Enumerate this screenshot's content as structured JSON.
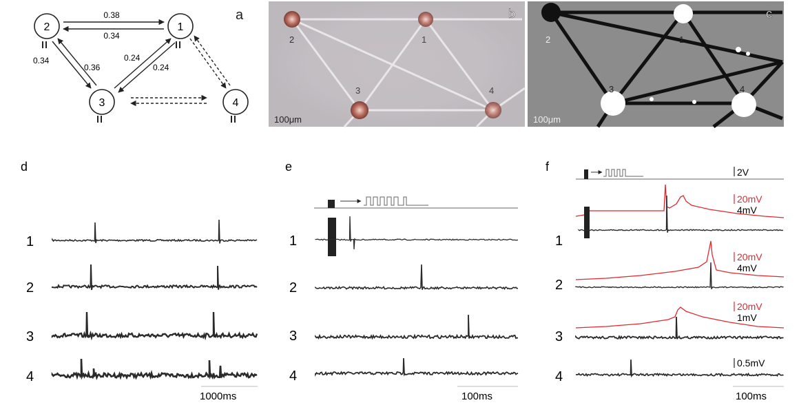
{
  "panel_a": {
    "label": "a",
    "nodes": [
      "2",
      "1",
      "3",
      "4"
    ],
    "weights": {
      "w_2_to_1": "0.38",
      "w_1_to_2": "0.34",
      "w_2_3_left": "0.34",
      "w_2_3_right": "0.36",
      "w_3_1_left": "0.24",
      "w_3_1_right": "0.24"
    }
  },
  "panel_b": {
    "label": "b",
    "scale": "100μm",
    "node_labels": [
      "2",
      "1",
      "3",
      "4"
    ]
  },
  "panel_c": {
    "label": "c",
    "scale": "100μm",
    "node_labels": [
      "2",
      "1",
      "3",
      "4"
    ]
  },
  "panel_d": {
    "label": "d",
    "row_labels": [
      "1",
      "2",
      "3",
      "4"
    ],
    "timescale": "1000ms"
  },
  "panel_e": {
    "label": "e",
    "row_labels": [
      "1",
      "2",
      "3",
      "4"
    ],
    "timescale": "100ms"
  },
  "panel_f": {
    "label": "f",
    "row_labels": [
      "1",
      "2",
      "3",
      "4"
    ],
    "timescale": "100ms",
    "stim_scale": "2V",
    "scales": [
      {
        "red": "20mV",
        "black": "4mV"
      },
      {
        "red": "20mV",
        "black": "4mV"
      },
      {
        "red": "20mV",
        "black": "1mV"
      },
      {
        "red": "",
        "black": "0.5mV"
      }
    ]
  },
  "colors": {
    "trace": "#2a2a2a",
    "red_trace": "#e0282e",
    "micro_bg": "#b9b3b8",
    "micro_dark_bg": "#8a8a8a"
  }
}
